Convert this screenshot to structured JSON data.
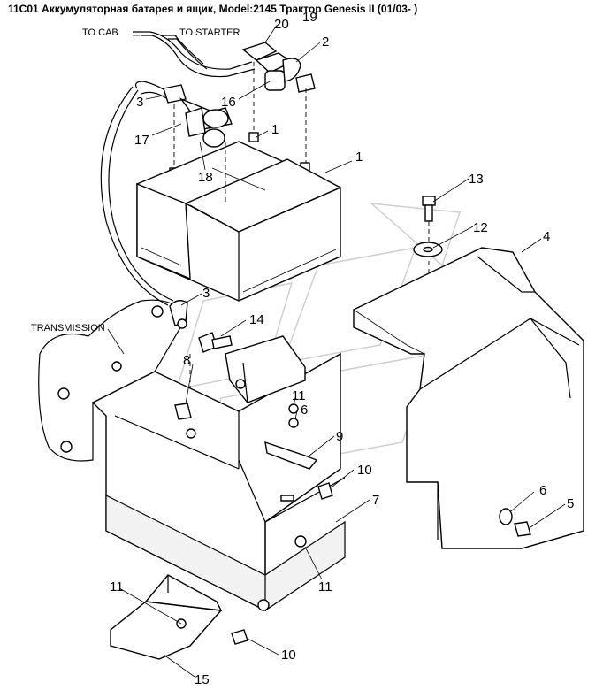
{
  "title": "11C01 Аккумуляторная батарея и ящик, Model:2145 Трактор Genesis II (01/03- )",
  "notes": {
    "to_cab": "TO CAB",
    "to_starter": "TO STARTER",
    "transmission": "TRANSMISSION"
  },
  "callouts": {
    "p20": "20",
    "p19": "19",
    "p2": "2",
    "p3_top": "3",
    "p16": "16",
    "p1_top": "1",
    "p17": "17",
    "p18": "18",
    "p1_right": "1",
    "p13": "13",
    "p12": "12",
    "p4": "4",
    "p3_mid": "3",
    "p14": "14",
    "p8": "8",
    "p11_mid": "11",
    "p6_mid": "6",
    "p9": "9",
    "p10_mid": "10",
    "p7": "7",
    "p6_right": "6",
    "p5": "5",
    "p11_low": "11",
    "p11_left": "11",
    "p10_low": "10",
    "p15": "15"
  }
}
